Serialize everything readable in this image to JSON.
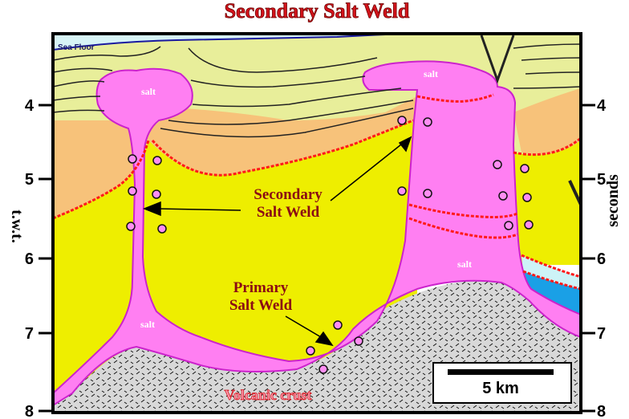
{
  "title": "Secondary Salt Weld",
  "sea_floor_label": "Sea Floor",
  "salt_labels": [
    "salt",
    "salt",
    "salt",
    "salt"
  ],
  "secondary_weld_label": [
    "Secondary",
    "Salt Weld"
  ],
  "primary_weld_label": [
    "Primary",
    "Salt Weld"
  ],
  "volcanic_label": "Volcanic crust",
  "left_axis_label": "t.w.t.",
  "right_axis_label": "seconds",
  "ticks_left": [
    "4",
    "5",
    "6",
    "7",
    "8"
  ],
  "ticks_right": [
    "4",
    "5",
    "6",
    "7",
    "8"
  ],
  "scale_bar_label": "5  km",
  "colors": {
    "salt": "#ff7ff2",
    "salt_outline": "#cc22cc",
    "yellow_unit": "#eeee00",
    "upper_unit": "#e8ee9a",
    "orange_unit": "#f7c27a",
    "blue_unit": "#1aa0e6",
    "pale_blue": "#cdf3f7",
    "basement": "#d8d8d8",
    "unconformity": "#ff1a1a",
    "title": "#d4141c"
  }
}
